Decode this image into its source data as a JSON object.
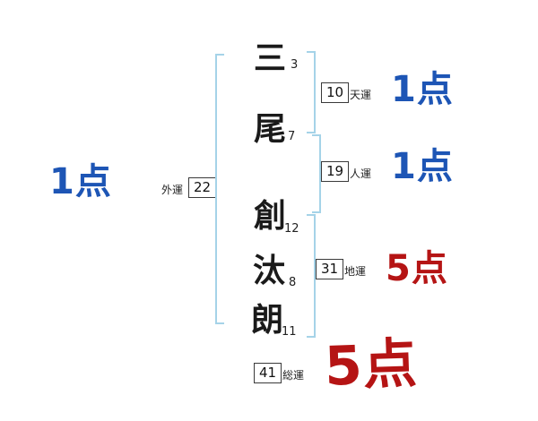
{
  "diagram": {
    "title": "name-fortune-chart",
    "name_chars": [
      {
        "char": "三",
        "strokes": "3"
      },
      {
        "char": "尾",
        "strokes": "7"
      },
      {
        "char": "創",
        "strokes": "12"
      },
      {
        "char": "汰",
        "strokes": "8"
      },
      {
        "char": "朗",
        "strokes": "11"
      }
    ],
    "fortunes": {
      "ten": {
        "value": "10",
        "label": "天運",
        "score": "1点"
      },
      "jin": {
        "value": "19",
        "label": "人運",
        "score": "1点"
      },
      "chi": {
        "value": "31",
        "label": "地運",
        "score": "5点"
      },
      "gai": {
        "value": "22",
        "label": "外運",
        "score": "1点"
      },
      "sou": {
        "value": "41",
        "label": "総運",
        "score": "5点"
      }
    },
    "colors": {
      "score_blue": "#1d55b5",
      "score_red": "#b51414",
      "bracket_blue": "#a5d3e8"
    }
  }
}
